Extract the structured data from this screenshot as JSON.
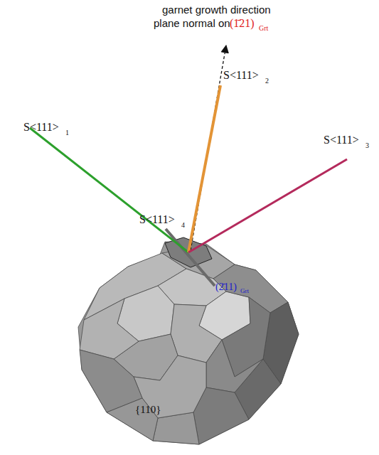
{
  "diagram": {
    "labels": [
      "garnet growth direction",
      "plane normal on",
      "(1̄21)",
      "Grt",
      "S<111>",
      "1",
      "S<111>",
      "2",
      "S<111>",
      "3",
      "S<111>",
      "4",
      "(2̄11)",
      "Grt",
      "{110}"
    ]
  }
}
